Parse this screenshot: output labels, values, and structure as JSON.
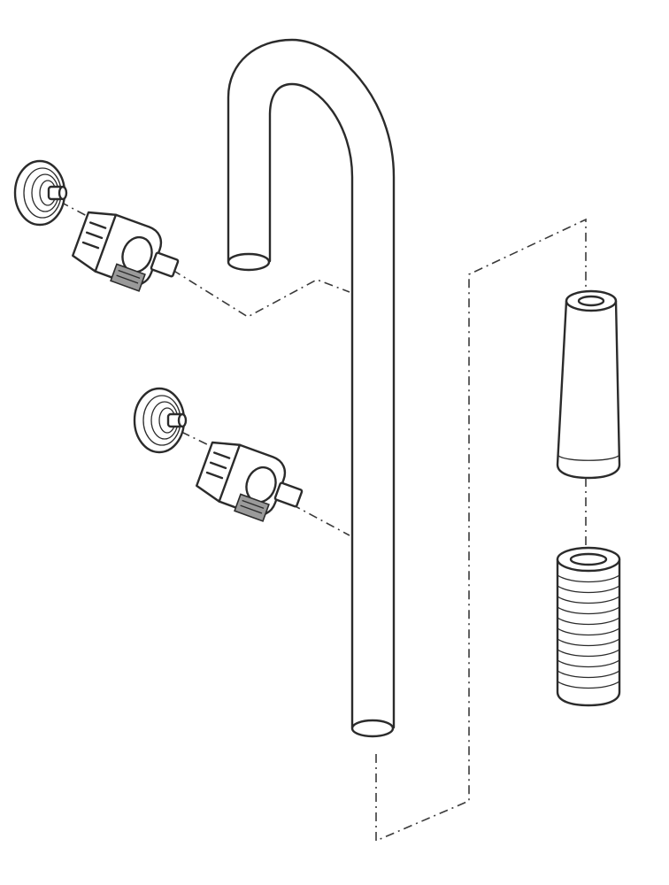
{
  "diagram": {
    "parts": [
      "intake-pipe",
      "suction-cup",
      "pipe-clip",
      "intake-tube-cover",
      "intake-strainer"
    ],
    "counts": {
      "suction-cup": 2,
      "pipe-clip": 2,
      "intake-tube-cover": 1,
      "intake-strainer": 1
    },
    "colors": {
      "line": "#2b2b2b",
      "background": "#ffffff",
      "shade": "#9a9a9a"
    }
  }
}
